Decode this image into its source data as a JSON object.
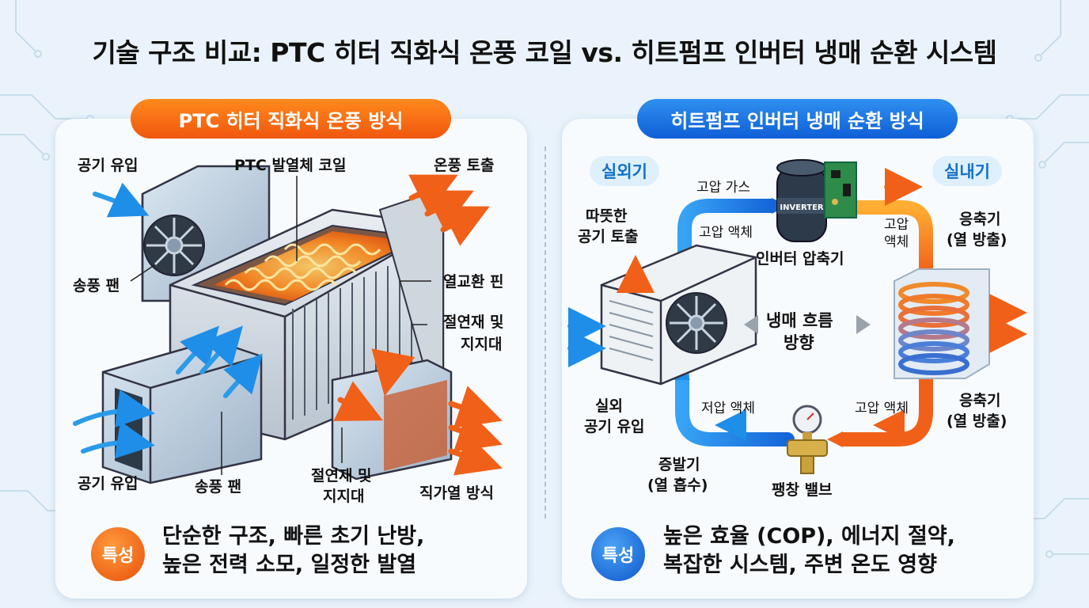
{
  "title": "기술 구조 비교: PTC 히터 직화식 온풍 코일 vs. 히트펌프 인버터 냉매 순환 시스템",
  "left": {
    "header": "PTC 히터 직화식 온풍 방식",
    "labels": {
      "air_in_top": "공기 유입",
      "coil": "PTC 발열체 코일",
      "hot_air_out": "온풍 토출",
      "fan_top": "송풍 팬",
      "fins": "열교환 핀",
      "insulation_right_1": "절연재 및",
      "insulation_right_2": "지지대",
      "air_in_bottom": "공기 유입",
      "fan_bottom": "송풍 팬",
      "insulation_bottom_1": "절연재 및",
      "insulation_bottom_2": "지지대",
      "direct_heat": "직가열 방식"
    },
    "badge": "특성",
    "features": [
      "단순한 구조, 빠른 초기 난방,",
      "높은 전력 소모, 일정한 발열"
    ]
  },
  "right": {
    "header": "히트펌프 인버터 냉매 순환 방식",
    "outdoor_tag": "실외기",
    "indoor_tag": "실내기",
    "compressor_text": "INVERTER",
    "labels": {
      "hp_gas": "고압 가스",
      "hp_liquid_left": "고압 액체",
      "warm_out_1": "따뜻한",
      "warm_out_2": "공기 토출",
      "compressor": "인버터 압축기",
      "hp_liquid_right_1": "고압",
      "hp_liquid_right_2": "액체",
      "condenser_top_1": "응축기",
      "condenser_top_2": "(열 방출)",
      "flow_1": "냉매 흐름",
      "flow_2": "방향",
      "outdoor_in_1": "실외",
      "outdoor_in_2": "공기 유입",
      "lp_liquid": "저압 액체",
      "hp_liquid_bottom": "고압 액체",
      "condenser_bottom_1": "응축기",
      "condenser_bottom_2": "(열 방출)",
      "evaporator_1": "증발기",
      "evaporator_2": "(열 흡수)",
      "valve": "팽창 밸브"
    },
    "badge": "특성",
    "features": [
      "높은 효율 (COP), 에너지 절약,",
      "복잡한 시스템, 주변 온도 영향"
    ]
  },
  "colors": {
    "orange": "#f0600f",
    "blue": "#1565d8",
    "tag_text": "#1370c8",
    "background": "#eaf3fb"
  },
  "icons": [
    "fan-icon",
    "arrow-icon",
    "coil-icon",
    "compressor-icon",
    "pcb-icon",
    "condenser-coil-icon",
    "gauge-icon",
    "valve-icon"
  ]
}
